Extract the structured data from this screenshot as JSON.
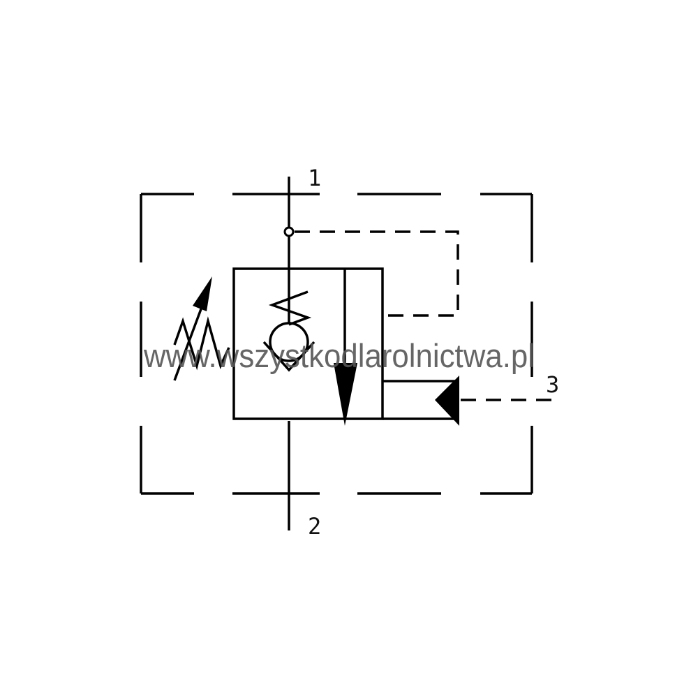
{
  "diagram": {
    "ports": {
      "p1": "1",
      "p2": "2",
      "p3": "3"
    },
    "watermark": "www.wszystkodlarolnictwa.pl",
    "colors": {
      "line": "#000000",
      "watermark": "#555555"
    }
  }
}
